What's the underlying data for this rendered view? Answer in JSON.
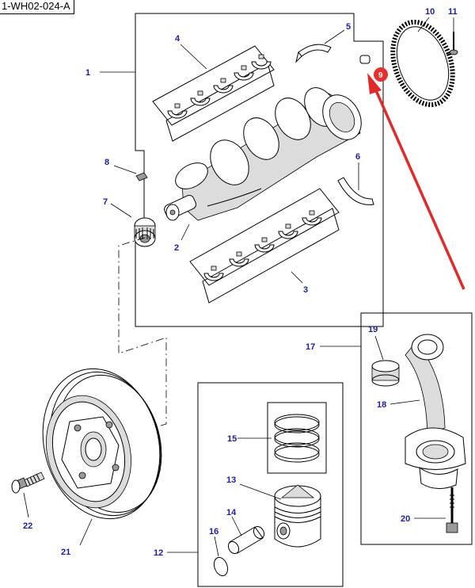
{
  "doc_code": "1-WH02-024-A",
  "callouts": {
    "c1": "1",
    "c2": "2",
    "c3": "3",
    "c4": "4",
    "c5": "5",
    "c6": "6",
    "c7": "7",
    "c8": "8",
    "c9": "9",
    "c10": "10",
    "c11": "11",
    "c12": "12",
    "c13": "13",
    "c14": "14",
    "c15": "15",
    "c16": "16",
    "c17": "17",
    "c18": "18",
    "c19": "19",
    "c20": "20",
    "c21": "21",
    "c22": "22"
  },
  "colors": {
    "callout_text": "#1c1ca8",
    "highlight_badge": "#e53030",
    "highlight_arrow": "#e32a2a",
    "line": "#000000"
  }
}
